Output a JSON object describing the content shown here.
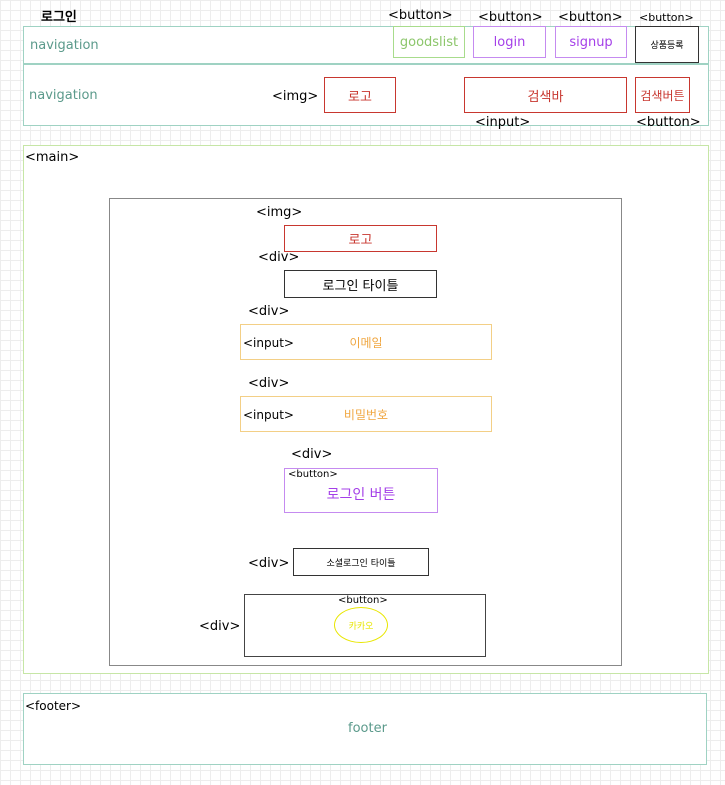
{
  "page_title": "로그인",
  "header_bar": {
    "label": "navigation",
    "buttons": {
      "goodslist": {
        "tag": "<button>",
        "label": "goodslist"
      },
      "login": {
        "tag": "<button>",
        "label": "login"
      },
      "signup": {
        "tag": "<button>",
        "label": "signup"
      },
      "register": {
        "tag": "<button>",
        "label": "상품등록"
      }
    }
  },
  "search_bar": {
    "label": "navigation",
    "logo": {
      "tag": "<img>",
      "label": "로고"
    },
    "search_input": {
      "tag": "<input>",
      "label": "검색바"
    },
    "search_button": {
      "tag": "<button>",
      "label": "검색버튼"
    }
  },
  "main": {
    "tag": "<main>",
    "logo": {
      "tag": "<img>",
      "label": "로고"
    },
    "title": {
      "tag": "<div>",
      "label": "로그인 타이틀"
    },
    "email": {
      "div_tag": "<div>",
      "input_tag": "<input>",
      "label": "이메일"
    },
    "password": {
      "div_tag": "<div>",
      "input_tag": "<input>",
      "label": "비밀번호"
    },
    "login_button": {
      "div_tag": "<div>",
      "button_tag": "<button>",
      "label": "로그인 버튼"
    },
    "social_title": {
      "tag": "<div>",
      "label": "소셜로그인 타이틀"
    },
    "social_box": {
      "div_tag": "<div>",
      "button_tag": "<button>",
      "kakao_label": "카카오"
    }
  },
  "footer": {
    "tag": "<footer>",
    "label": "footer"
  },
  "colors": {
    "teal_text": "#5b9a8b",
    "green_text": "#8cc66b",
    "red": "#c8372f",
    "purple": "#a43fe8",
    "orange_text": "#f0a742",
    "kakao_yellow": "#e8e600"
  }
}
